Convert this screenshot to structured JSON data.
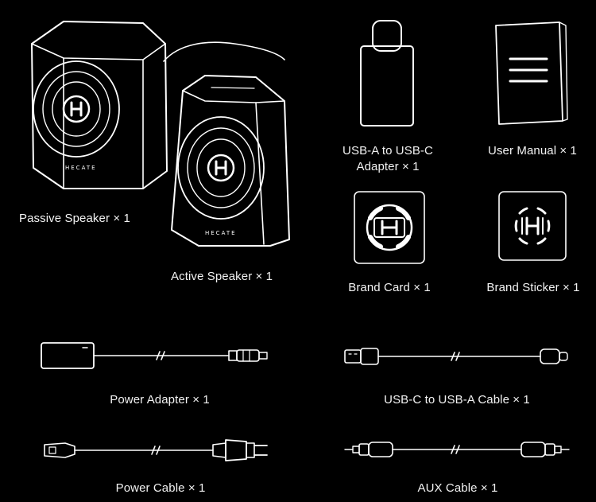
{
  "items": {
    "passive_speaker": "Passive Speaker × 1",
    "active_speaker": "Active Speaker × 1",
    "usb_adapter_line1": "USB-A to USB-C",
    "usb_adapter_line2": "Adapter × 1",
    "user_manual": "User Manual × 1",
    "brand_card": "Brand Card × 1",
    "brand_sticker": "Brand Sticker × 1",
    "power_adapter": "Power Adapter × 1",
    "usbc_cable": "USB-C to USB-A Cable × 1",
    "power_cable": "Power Cable × 1",
    "aux_cable": "AUX Cable × 1"
  },
  "speaker_logo_text": "HECATE",
  "colors": {
    "background": "#000000",
    "line": "#ffffff",
    "text": "#f2f2f2"
  }
}
